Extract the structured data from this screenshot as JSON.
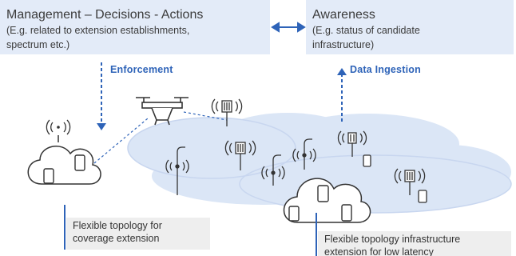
{
  "management": {
    "title": "Management – Decisions - Actions",
    "line1": "(E.g. related to extension establishments,",
    "line2": "spectrum etc.)"
  },
  "awareness": {
    "title": "Awareness",
    "line1": "(E.g. status of candidate",
    "line2": "infrastructure)"
  },
  "flows": {
    "enforcement": "Enforcement",
    "data_ingestion": "Data Ingestion"
  },
  "notes": {
    "coverage_line1": "Flexible topology for",
    "coverage_line2": "coverage extension",
    "latency_line1": "Flexible topology infrastructure",
    "latency_line2": "extension for low latency"
  },
  "colors": {
    "box_fill": "#e3ebf8",
    "accent": "#2e63b8",
    "cloud_fill": "#dbe6f6",
    "note_fill": "#eeeeee"
  },
  "icons": [
    "drone-icon",
    "antenna-tower-icon",
    "router-icon",
    "cloud-icon",
    "device-icon",
    "lamp-post-icon"
  ]
}
